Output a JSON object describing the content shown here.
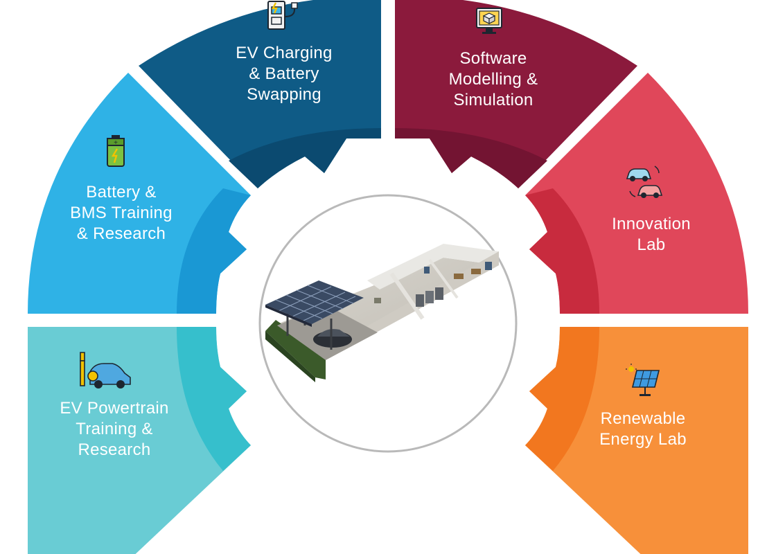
{
  "segments": [
    {
      "id": "ev-charging",
      "lines": [
        "EV Charging",
        "& Battery",
        "Swapping"
      ],
      "color": "#0f5b86",
      "icon": "ev-charger-icon"
    },
    {
      "id": "software-modelling",
      "lines": [
        "Software",
        "Modelling &",
        "Simulation"
      ],
      "color": "#8b1a3c",
      "icon": "computer-cube-icon"
    },
    {
      "id": "innovation-lab",
      "lines": [
        "Innovation",
        "Lab"
      ],
      "color": "#e0475a",
      "icon": "connected-cars-icon"
    },
    {
      "id": "renewable-energy",
      "lines": [
        "Renewable",
        "Energy Lab"
      ],
      "color": "#f7903a",
      "icon": "solar-panel-icon"
    },
    {
      "id": "ev-powertrain",
      "lines": [
        "EV Powertrain",
        "Training &",
        "Research"
      ],
      "color": "#69ccd4",
      "icon": "car-wrench-icon"
    },
    {
      "id": "battery-bms",
      "lines": [
        "Battery &",
        "BMS Training",
        "& Research"
      ],
      "color": "#2fb2e6",
      "icon": "battery-icon"
    }
  ],
  "center": {
    "icon": "ev-lab-facility-image"
  },
  "colors": {
    "ring_bg": "#ffffff",
    "center_border": "#b9b9b9"
  }
}
